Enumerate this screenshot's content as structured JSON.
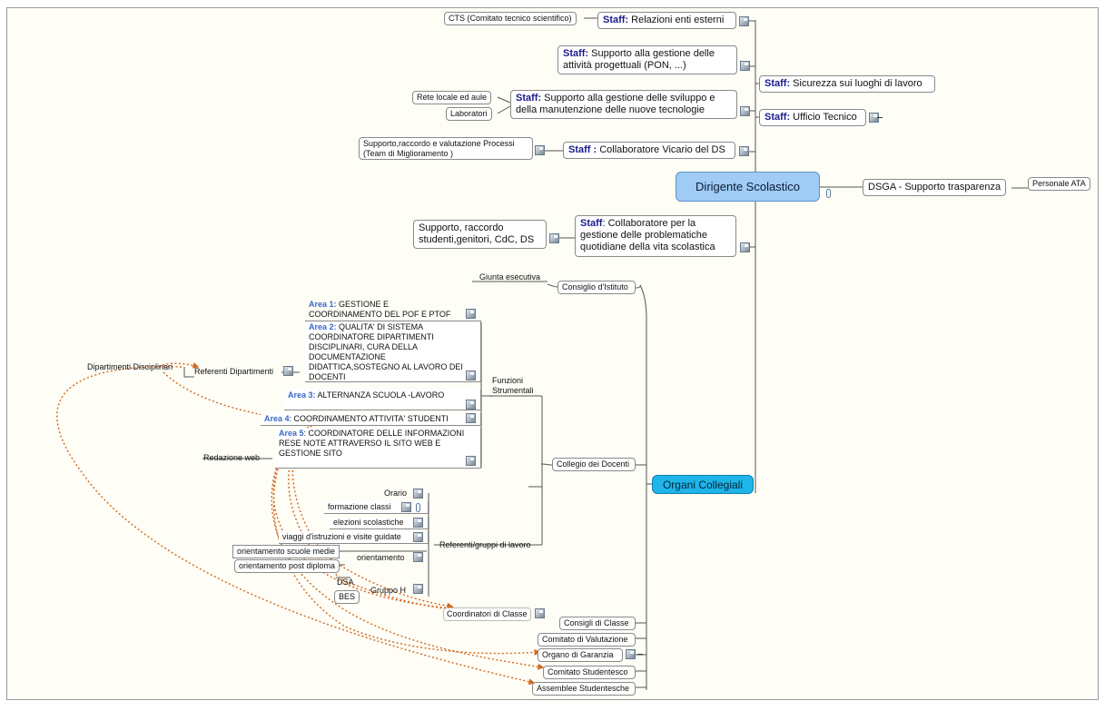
{
  "labels": {
    "staff": "Staff",
    "staff_colon": "Staff:",
    "staff_space_colon": "Staff :"
  },
  "root": {
    "dirigente": "Dirigente Scolastico",
    "organi": "Organi Collegiali"
  },
  "colors": {
    "root_fill": "#9fcbf5",
    "organi_fill": "#1fb5ea",
    "arrow": "#d2691e",
    "keyword": "#1a1a8c",
    "area_keyword": "#3a68c8"
  },
  "staff": [
    {
      "prefix": "Staff:",
      "text": "Relazioni enti esterni"
    },
    {
      "prefix": "Staff:",
      "text": "Supporto alla gestione delle attività progettuali (PON, ...)"
    },
    {
      "prefix": "Staff:",
      "text": "Supporto alla gestione delle sviluppo e della manutenzione delle nuove tecnologie"
    },
    {
      "prefix": "Staff :",
      "text": "Collaboratore Vicario del DS"
    },
    {
      "prefix": "Staff",
      "text": ": Collaboratore per la gestione delle problematiche quotidiane della vita scolastica"
    },
    {
      "prefix": "Staff:",
      "text": "Sicurezza sui luoghi di lavoro"
    },
    {
      "prefix": "Staff:",
      "text": "Ufficio Tecnico"
    }
  ],
  "staff_children": {
    "cts": "CTS (Comitato tecnico scientifico)",
    "rete": "Rete locale ed aule",
    "laboratori": "Laboratori",
    "supporto_processi": "Supporto,raccordo e valutazione Processi (Team di Miglioramento )",
    "supporto_studenti": "Supporto, raccordo studenti,genitori, CdC, DS"
  },
  "dsga": {
    "label": "DSGA - Supporto trasparenza",
    "child": "Personale ATA"
  },
  "organi_children": {
    "consiglio_istituto": "Consiglio d'Istituto",
    "giunta": "Giunta esecutiva",
    "collegio": "Collegio dei Docenti",
    "consigli_classe": "Consigli di Classe",
    "coordinatori": "Coordinatori di Classe",
    "comitato_valutazione": "Comitato di Valutazione",
    "organo_garanzia": "Organo di Garanzia",
    "comitato_studentesco": "Comitato Studentesco",
    "assemblee": "Assemblee Studentesche"
  },
  "funzioni": {
    "label": "Funzioni Strumentali",
    "areas": [
      {
        "prefix": "Area 1:",
        "text": " GESTIONE E COORDINAMENTO DEL POF E PTOF"
      },
      {
        "prefix": "Area 2:",
        "text": "QUALITA' DI SISTEMA COORDINATORE DIPARTIMENTI DISCIPLINARI, CURA DELLA DOCUMENTAZIONE DIDATTICA,SOSTEGNO AL LAVORO DEI DOCENTI"
      },
      {
        "prefix": "Area 3:",
        "text": "ALTERNANZA SCUOLA -LAVORO"
      },
      {
        "prefix": "Area 4",
        "text": ": COORDINAMENTO ATTIVITA' STUDENTI"
      },
      {
        "prefix": "Area 5",
        "text": ": COORDINATORE  DELLE INFORMAZIONI  RESE NOTE ATTRAVERSO IL SITO WEB E GESTIONE SITO"
      }
    ],
    "referenti_dip": "Referenti Dipartimenti",
    "dipartimenti": "Dipartimenti Disciplinari",
    "redazione": "Redazione web"
  },
  "referenti": {
    "label": "Referenti/gruppi di lavoro",
    "items": [
      "Orario",
      "formazione classi",
      "elezioni scolastiche",
      "viaggi d'istruzioni e visite guidate",
      "orientamento",
      "Gruppo H"
    ],
    "orientamento_children": [
      "orientamento scuole medie",
      "orientamento post diploma"
    ],
    "gruppo_h_children": [
      "DSA",
      "BES"
    ]
  }
}
